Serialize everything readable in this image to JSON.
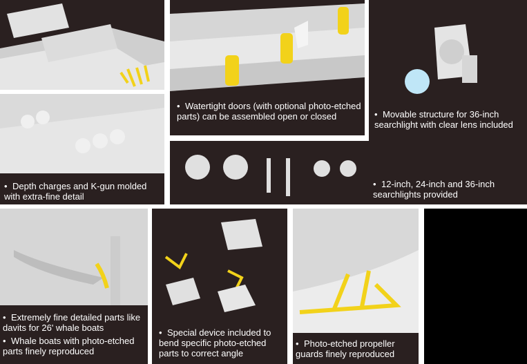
{
  "colors": {
    "panel_bg": "#2a2020",
    "model_grey": "#d8d8d8",
    "photo_etch_yellow": "#f2d21a",
    "caption_text": "#ffffff",
    "corner_fill": "#000000",
    "clear_lens": "#bfe6f7"
  },
  "captions": {
    "watertight": "Watertight doors (with optional photo-etched parts) can be assembled open or closed",
    "searchlight_36": "Movable structure for 36-inch searchlight with clear lens included",
    "depth_charges": "Depth charges and K-gun molded with extra-fine detail",
    "searchlights_all": "12-inch, 24-inch and 36-inch searchlights provided",
    "davits": "Extremely fine detailed parts like davits for 26' whale boats",
    "whale_boats": "Whale boats with photo-etched parts finely reproduced",
    "bend_device": "Special device included to bend specific photo-etched parts to correct angle",
    "propeller": "Photo-etched propeller guards finely reproduced"
  },
  "bullet": "•"
}
